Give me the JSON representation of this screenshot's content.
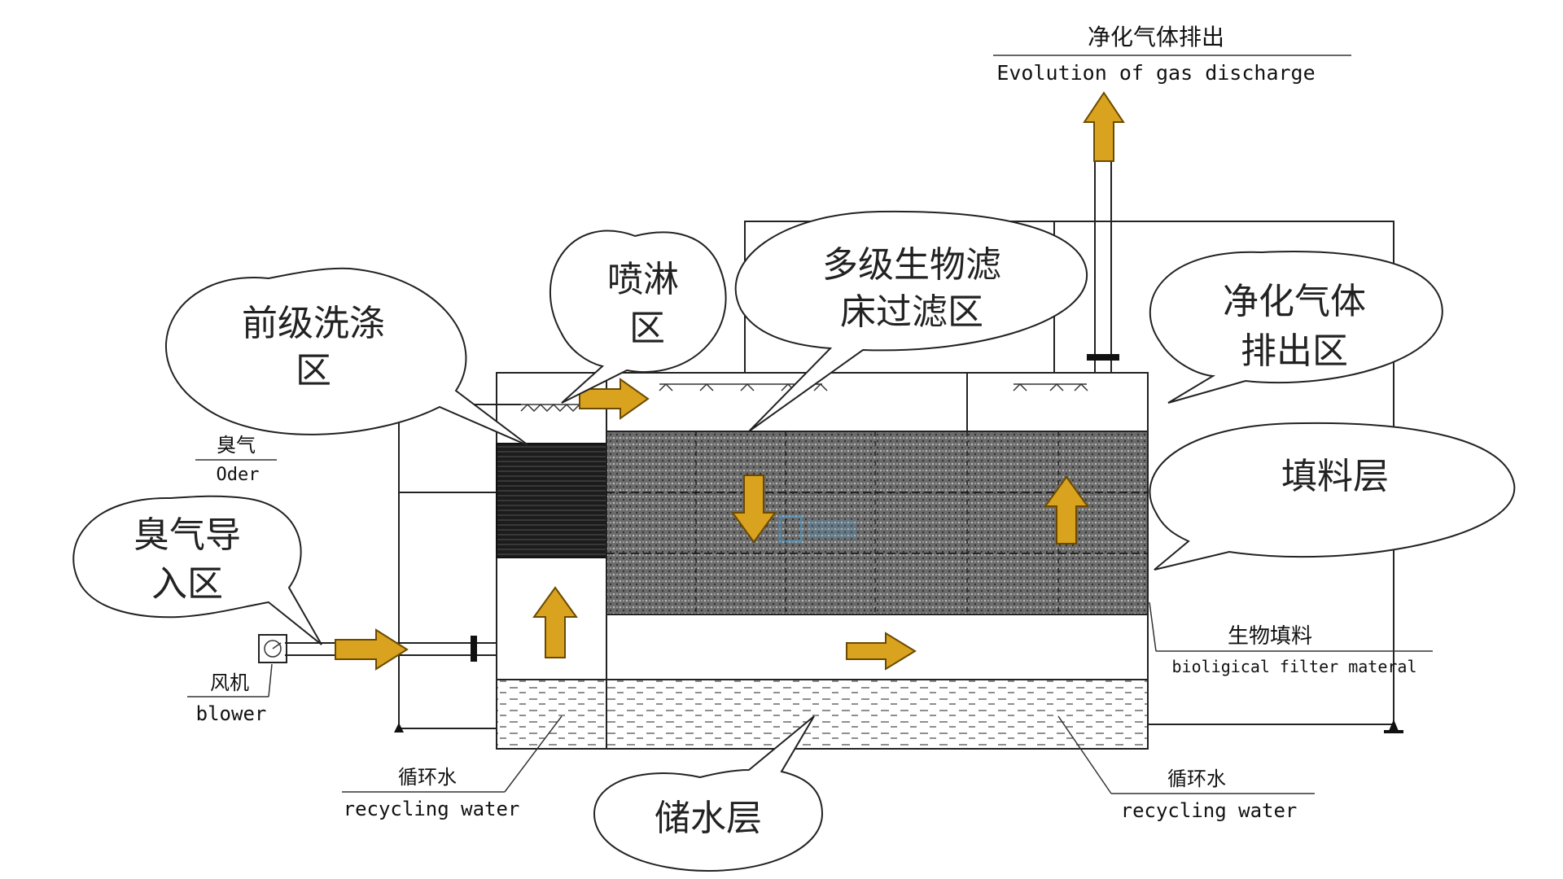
{
  "labels": {
    "purified_gas_cn": "净化气体排出",
    "purified_gas_en": "Evolution of gas discharge",
    "odor_cn": "臭气",
    "odor_en": "Oder",
    "blower_cn": "风机",
    "blower_en": "blower",
    "recycling_left_cn": "循环水",
    "recycling_left_en": "recycling water",
    "recycling_right_cn": "循环水",
    "recycling_right_en": "recycling water",
    "bio_filter_cn": "生物填料",
    "bio_filter_en": "bioligical filter materal"
  },
  "bubbles": {
    "prewash": [
      "前级洗涤",
      "区"
    ],
    "spray": [
      "喷淋",
      "区"
    ],
    "multistage": [
      "多级生物滤",
      "床过滤区"
    ],
    "purified_zone": [
      "净化气体",
      "排出区"
    ],
    "packing": [
      "填料层"
    ],
    "odor_inlet": [
      "臭气导",
      "入区"
    ],
    "storage": [
      "储水层"
    ]
  },
  "colors": {
    "arrow_fill": "#d9a21f",
    "arrow_stroke": "#6b4a00",
    "packing_fill": "#5a5a5a",
    "dense_packing_fill": "#1e1e1e",
    "water_dash": "#444444",
    "line": "#222222"
  },
  "icons": {
    "flow_arrow": "block-arrow",
    "blower": "fan-icon",
    "valve": "valve-icon",
    "spray_nozzle": "nozzle-icon"
  }
}
